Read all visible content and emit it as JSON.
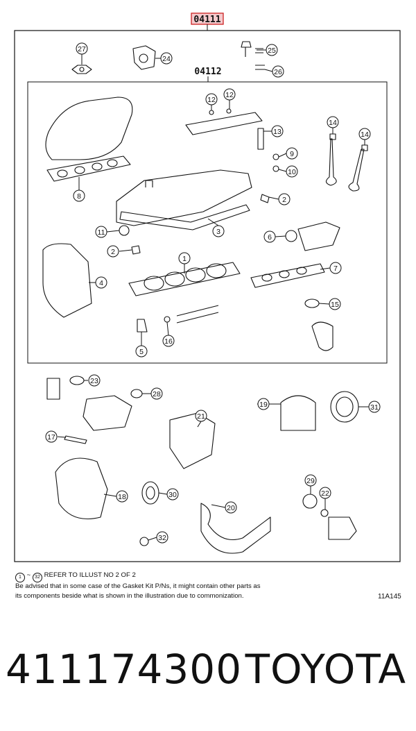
{
  "diagram": {
    "top_label": "04111",
    "inner_label": "04112",
    "callouts": [
      {
        "id": "c27",
        "text": "27"
      },
      {
        "id": "c24",
        "text": "24"
      },
      {
        "id": "c25",
        "text": "25"
      },
      {
        "id": "c26",
        "text": "26"
      },
      {
        "id": "c12a",
        "text": "12"
      },
      {
        "id": "c12b",
        "text": "12"
      },
      {
        "id": "c13",
        "text": "13"
      },
      {
        "id": "c9",
        "text": "9"
      },
      {
        "id": "c10",
        "text": "10"
      },
      {
        "id": "c14a",
        "text": "14"
      },
      {
        "id": "c14b",
        "text": "14"
      },
      {
        "id": "c8",
        "text": "8"
      },
      {
        "id": "c2a",
        "text": "2"
      },
      {
        "id": "c3",
        "text": "3"
      },
      {
        "id": "c11",
        "text": "11"
      },
      {
        "id": "c6",
        "text": "6"
      },
      {
        "id": "c2b",
        "text": "2"
      },
      {
        "id": "c1",
        "text": "1"
      },
      {
        "id": "c7",
        "text": "7"
      },
      {
        "id": "c4",
        "text": "4"
      },
      {
        "id": "c15",
        "text": "15"
      },
      {
        "id": "c16",
        "text": "16"
      },
      {
        "id": "c5",
        "text": "5"
      },
      {
        "id": "c23",
        "text": "23"
      },
      {
        "id": "c28",
        "text": "28"
      },
      {
        "id": "c19",
        "text": "19"
      },
      {
        "id": "c31",
        "text": "31"
      },
      {
        "id": "c21",
        "text": "21"
      },
      {
        "id": "c17",
        "text": "17"
      },
      {
        "id": "c29",
        "text": "29"
      },
      {
        "id": "c22",
        "text": "22"
      },
      {
        "id": "c18",
        "text": "18"
      },
      {
        "id": "c30",
        "text": "30"
      },
      {
        "id": "c20",
        "text": "20"
      },
      {
        "id": "c32",
        "text": "32"
      }
    ]
  },
  "notes": {
    "refer_start": "1",
    "refer_end": "32",
    "refer_text": "REFER TO ILLUST NO 2 OF 2",
    "line2": "Be advised that in some case of the Gasket Kit P/Ns,  it might contain other parts as",
    "line3": "its components beside what is shown in the illustration due to commonization.",
    "code": "11A145"
  },
  "footer": {
    "part_number": "411174300",
    "brand": "TOYOTA"
  }
}
